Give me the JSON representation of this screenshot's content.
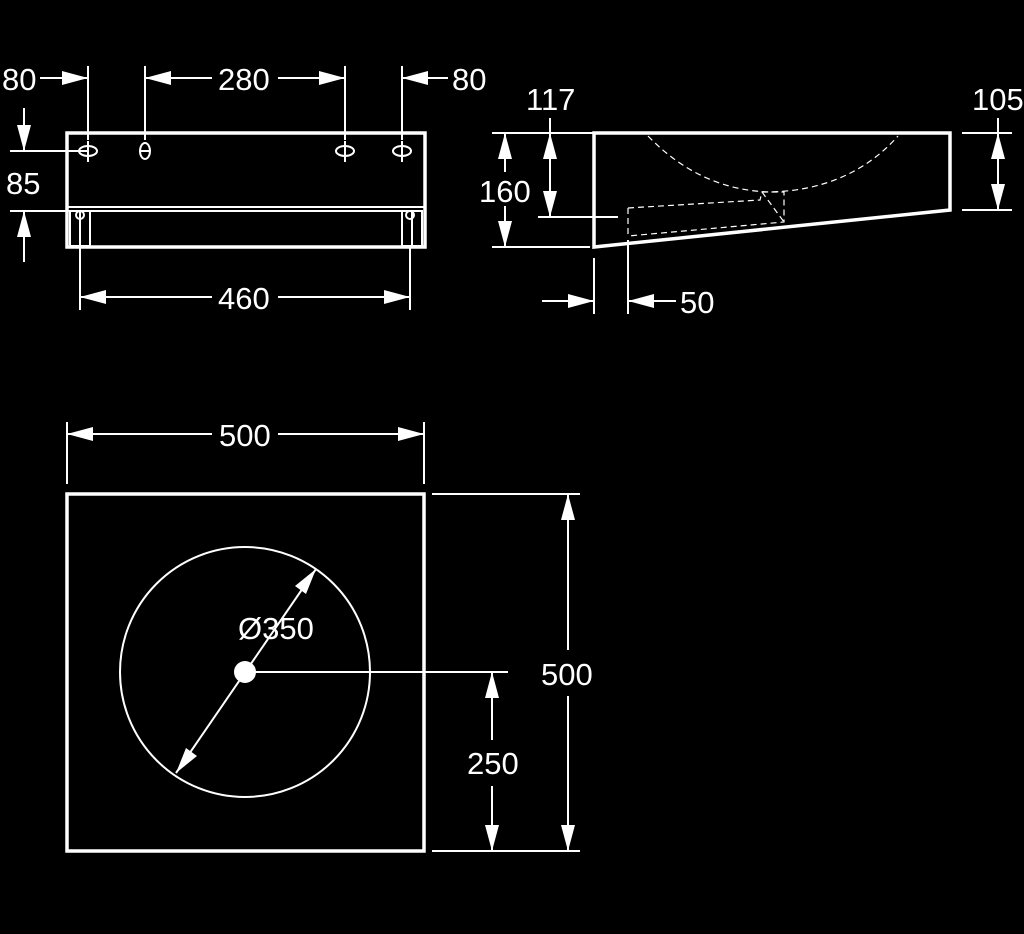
{
  "diagram": {
    "front_view": {
      "dims": {
        "left_offset": "80",
        "hole_spacing": "280",
        "right_offset": "80",
        "top_height": "85",
        "bottom_width": "460"
      }
    },
    "side_view": {
      "dims": {
        "left_height": "117",
        "total_height": "160",
        "right_height": "105",
        "drain_offset": "50"
      }
    },
    "top_view": {
      "dims": {
        "width": "500",
        "depth": "500",
        "bowl_diameter": "Ø350",
        "drain_position": "250"
      }
    },
    "colors": {
      "background": "#000000",
      "line": "#ffffff"
    }
  }
}
